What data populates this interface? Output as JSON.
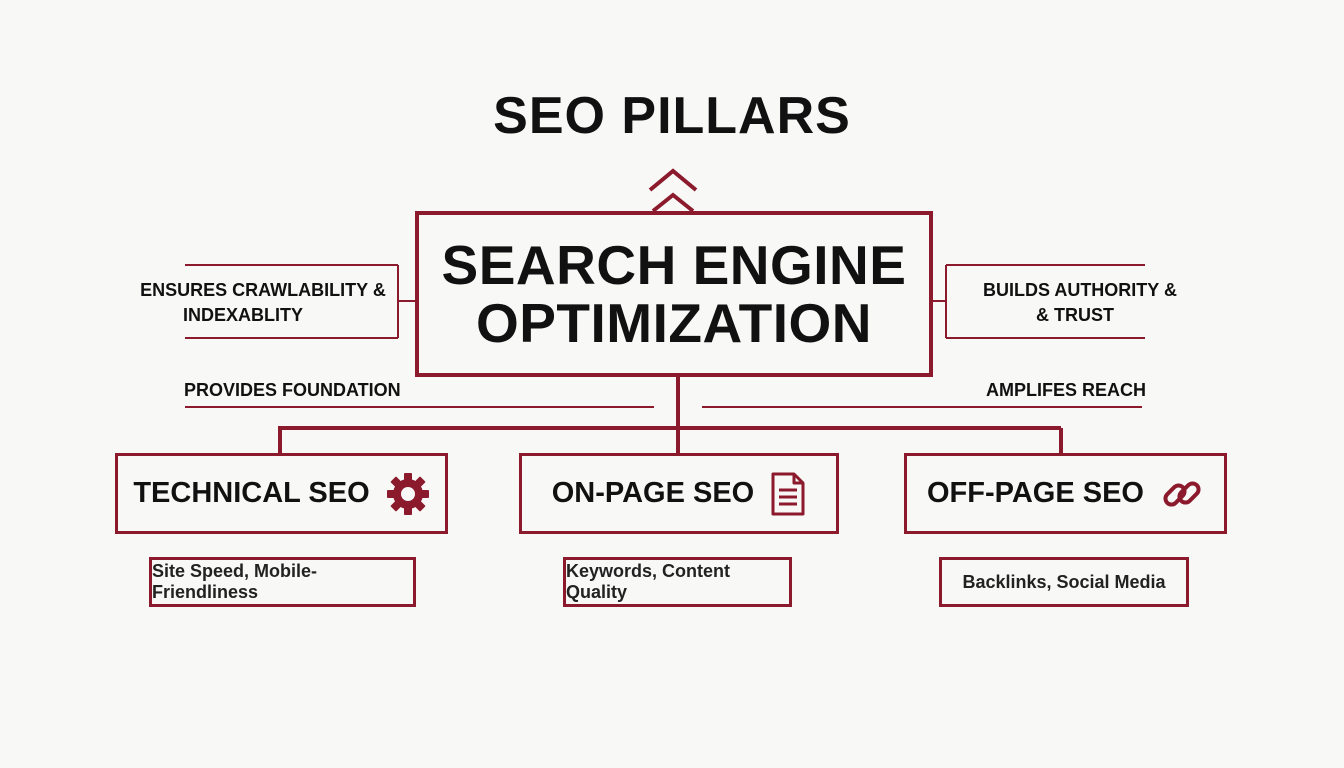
{
  "title": "SEO PILLARS",
  "center": {
    "line1": "SEARCH ENGINE",
    "line2": "OPTIMIZATION"
  },
  "side_notes": {
    "left": {
      "line1": "ENSURES CRAWLABILITY &",
      "line2": "INDEXABLITY"
    },
    "right": {
      "line1": "BUILDS AUTHORITY &",
      "line2": "& TRUST"
    }
  },
  "flow_labels": {
    "left": "PROVIDES FOUNDATION",
    "right": "AMPLIFES REACH"
  },
  "pillars": [
    {
      "label": "TECHNICAL SEO",
      "icon": "gear-icon",
      "detail": "Site Speed, Mobile-Friendliness"
    },
    {
      "label": "ON-PAGE SEO",
      "icon": "document-icon",
      "detail": "Keywords, Content Quality"
    },
    {
      "label": "OFF-PAGE SEO",
      "icon": "link-icon",
      "detail": "Backlinks, Social Media"
    }
  ],
  "colors": {
    "accent": "#8b1a2c",
    "text": "#111111",
    "background": "#f8f8f7"
  }
}
